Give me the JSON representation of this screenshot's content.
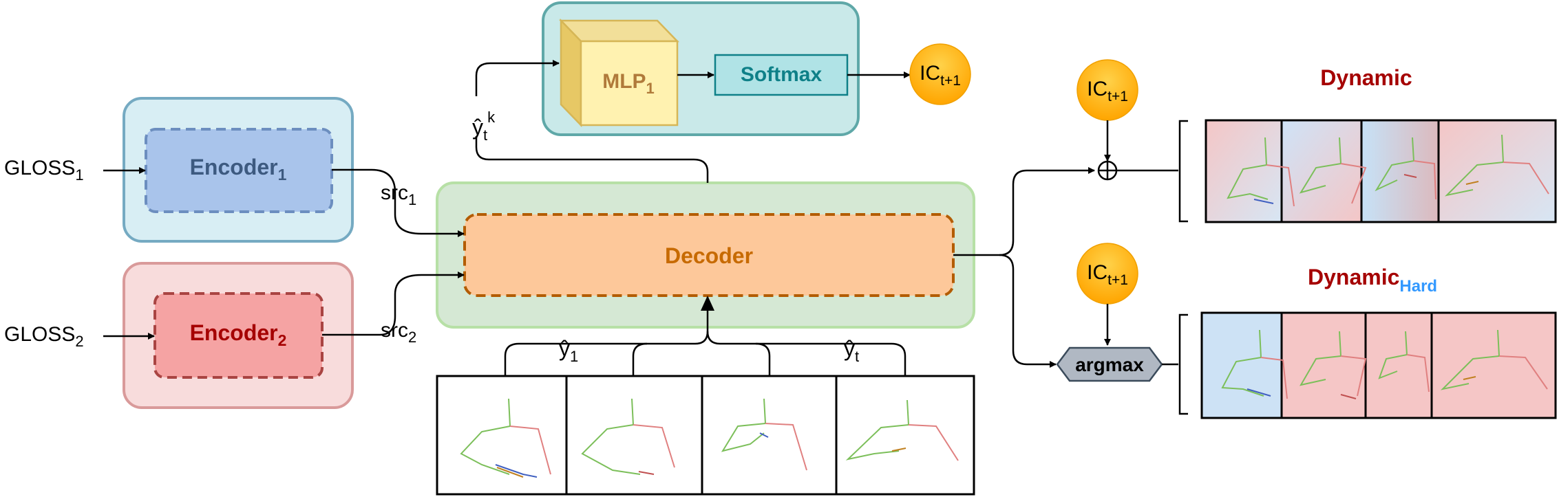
{
  "inputs": {
    "gloss1": {
      "base": "GLOSS",
      "sub": "1"
    },
    "gloss2": {
      "base": "GLOSS",
      "sub": "2"
    }
  },
  "encoders": {
    "enc1": {
      "base": "Encoder",
      "sub": "1"
    },
    "enc2": {
      "base": "Encoder",
      "sub": "2"
    }
  },
  "src": {
    "src1": {
      "base": "src",
      "sub": "1"
    },
    "src2": {
      "base": "src",
      "sub": "2"
    }
  },
  "decoder": {
    "label": "Decoder"
  },
  "mlp": {
    "base": "MLP",
    "sub": "1"
  },
  "softmax": {
    "label": "Softmax"
  },
  "ic": {
    "base": "IC",
    "sub": "t+1"
  },
  "y_hat_k": {
    "base": "ŷ",
    "sub": "t",
    "sup": "k"
  },
  "y_inputs": {
    "y1": {
      "base": "ŷ",
      "sub": "1"
    },
    "yt": {
      "base": "ŷ",
      "sub": "t"
    }
  },
  "argmax": {
    "label": "argmax"
  },
  "dynamic": {
    "title": "Dynamic"
  },
  "dynamic_hard": {
    "base": "Dynamic",
    "sub": "Hard"
  },
  "colors": {
    "encoder1_outer": "#d8eef4",
    "encoder1_inner": "#a9c4eb",
    "encoder2_outer": "#f8dcdc",
    "encoder2_inner": "#f5a3a3",
    "decoder_outer": "#d5e8d4",
    "decoder_inner": "#fdc89a",
    "mlp_panel": "#c9e9e9",
    "mlp_cube": "#fff2b0",
    "softmax_fill": "#b0e3e6",
    "ic_circle": "#ffb000",
    "argmax_fill": "#b0b8c3",
    "dynamic_red": "#a50000",
    "hard_blue": "#3399ff",
    "frame_red": "#f6c9c9",
    "frame_blue": "#cce3f5"
  }
}
